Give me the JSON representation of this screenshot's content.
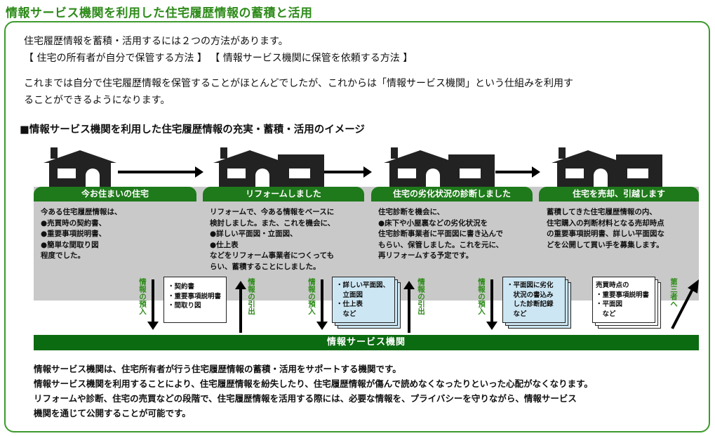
{
  "title": "情報サービス機関を利用した住宅履歴情報の蓄積と活用",
  "intro": {
    "line1": "住宅履歴情報を蓄積・活用するには２つの方法があります。",
    "line2": "【 住宅の所有者が自分で保管する方法 】 【 情報サービス機関に保管を依頼する方法 】",
    "line3": "これまでは自分で住宅履歴情報を保管することがほとんどでしたが、これからは「情報サービス機関」という仕組みを利用す",
    "line4": "ることができるようになります。"
  },
  "section_heading": "■情報サービス機関を利用した住宅履歴情報の充実・蓄積・活用のイメージ",
  "stages": [
    {
      "title": "今お住まいの住宅",
      "lines": [
        "今ある住宅履歴情報は、",
        "●売買時の契約書、",
        "●重要事項説明書、",
        "●簡単な間取り図",
        "程度でした。"
      ]
    },
    {
      "title": "リフォームしました",
      "lines": [
        "リフォームで、今ある情報をベースに",
        "検討しました。また、これを機会に、",
        "●詳しい平面図・立面図、",
        "●仕上表",
        "などをリフォーム事業者につくっても",
        "らい、蓄積することにしました。"
      ]
    },
    {
      "title": "住宅の劣化状況の診断しました",
      "lines": [
        "住宅診断を機会に、",
        "●床下や小屋裏などの劣化状況を",
        "住宅診断事業者に平面図に書き込んで",
        "もらい、保管しました。これを元に、",
        "再リフォームする予定です。"
      ]
    },
    {
      "title": "住宅を売却、引越します",
      "lines": [
        "蓄積してきた住宅履歴情報の内、",
        "住宅購入の判断材料となる売却時点",
        "の重要事項説明書、詳しい平面図な",
        "どを公開して買い手を募集します。"
      ]
    }
  ],
  "labels": {
    "deposit": "情報の預入",
    "withdraw": "情報の引出",
    "third_party": "第三者へ"
  },
  "docs": [
    {
      "lines": [
        "・契約書",
        "・重要事項説明書",
        "・間取り図"
      ]
    },
    {
      "lines": [
        "・詳しい平面図、",
        "　立面図",
        "・仕上表",
        "　など"
      ]
    },
    {
      "lines": [
        "・平面図に劣化",
        "　状況の書込み",
        "　した診断記録",
        "　など"
      ]
    },
    {
      "lines": [
        "売買時点の",
        "・重要事項説明書",
        "・平面図",
        "　など"
      ]
    }
  ],
  "info_bar": "情報サービス機関",
  "footer": {
    "line1": "情報サービス機関は、住宅所有者が行う住宅履歴情報の蓄積・活用をサポートする機関です。",
    "line2": "情報サービス機関を利用することにより、住宅履歴情報を紛失したり、住宅履歴情報が傷んで読めなくなったりといった心配がなくなります。",
    "line3": "リフォームや診断、住宅の売買などの段階で、住宅履歴情報を活用する際には、必要な情報を、プライバシーを守りながら、情報サービス",
    "line4": "機関を通じて公開することが可能です。"
  },
  "colors": {
    "accent_green": "#2e8b1a",
    "bar_green": "#0b6b10",
    "stage_gray": "#c9c9c9",
    "doc_blue": "#cde6f3"
  }
}
